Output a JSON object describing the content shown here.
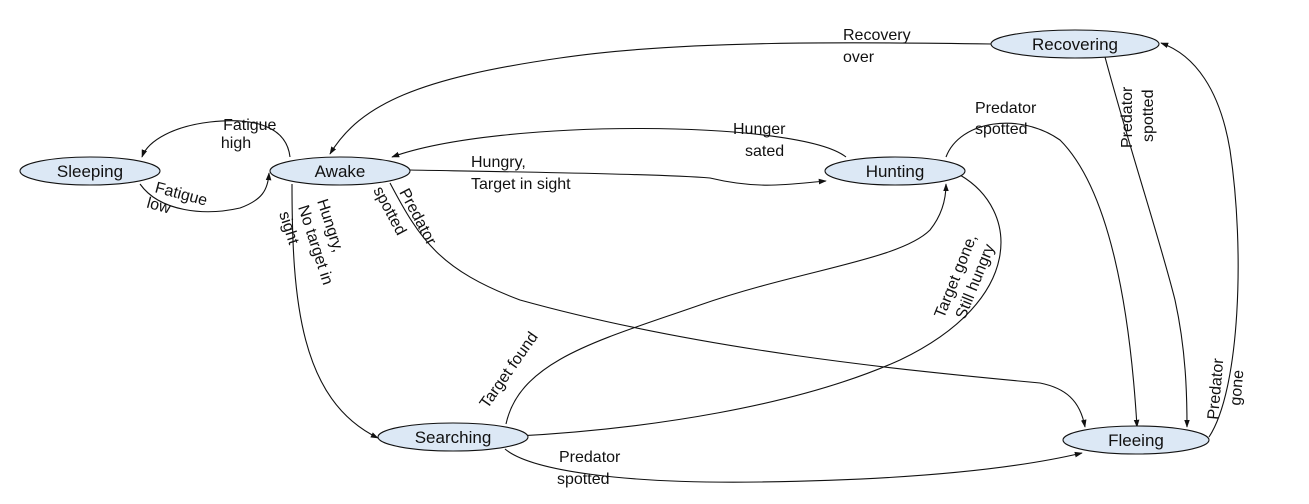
{
  "colors": {
    "state_fill": "#dce8f5",
    "line": "#111111",
    "background": "#ffffff"
  },
  "states": {
    "sleeping": "Sleeping",
    "awake": "Awake",
    "hunting": "Hunting",
    "recovering": "Recovering",
    "searching": "Searching",
    "fleeing": "Fleeing"
  },
  "transitions": {
    "awake_to_sleeping": {
      "line1": "Fatigue",
      "line2": "high"
    },
    "sleeping_to_awake": {
      "line1": "Fatigue",
      "line2": "low"
    },
    "awake_to_hunting": {
      "line1": "Hungry,",
      "line2": "Target in sight"
    },
    "hunting_to_awake": {
      "line1": "Hunger",
      "line2": "sated"
    },
    "recovering_to_awake": {
      "line1": "Recovery",
      "line2": "over"
    },
    "awake_to_searching": {
      "line1": "Hungry,",
      "line2": "No target in",
      "line3": "sight"
    },
    "awake_to_fleeing": {
      "line1": "Predator",
      "line2": "spotted"
    },
    "hunting_to_fleeing": {
      "line1": "Predator",
      "line2": "spotted"
    },
    "hunting_to_searching": {
      "line1": "Target gone,",
      "line2": "Still hungry"
    },
    "searching_to_hunting": {
      "line1": "Target found"
    },
    "searching_to_fleeing": {
      "line1": "Predator",
      "line2": "spotted"
    },
    "recovering_to_fleeing": {
      "line1": "Predator",
      "line2": "spotted"
    },
    "fleeing_to_recovering": {
      "line1": "Predator",
      "line2": "gone"
    }
  }
}
